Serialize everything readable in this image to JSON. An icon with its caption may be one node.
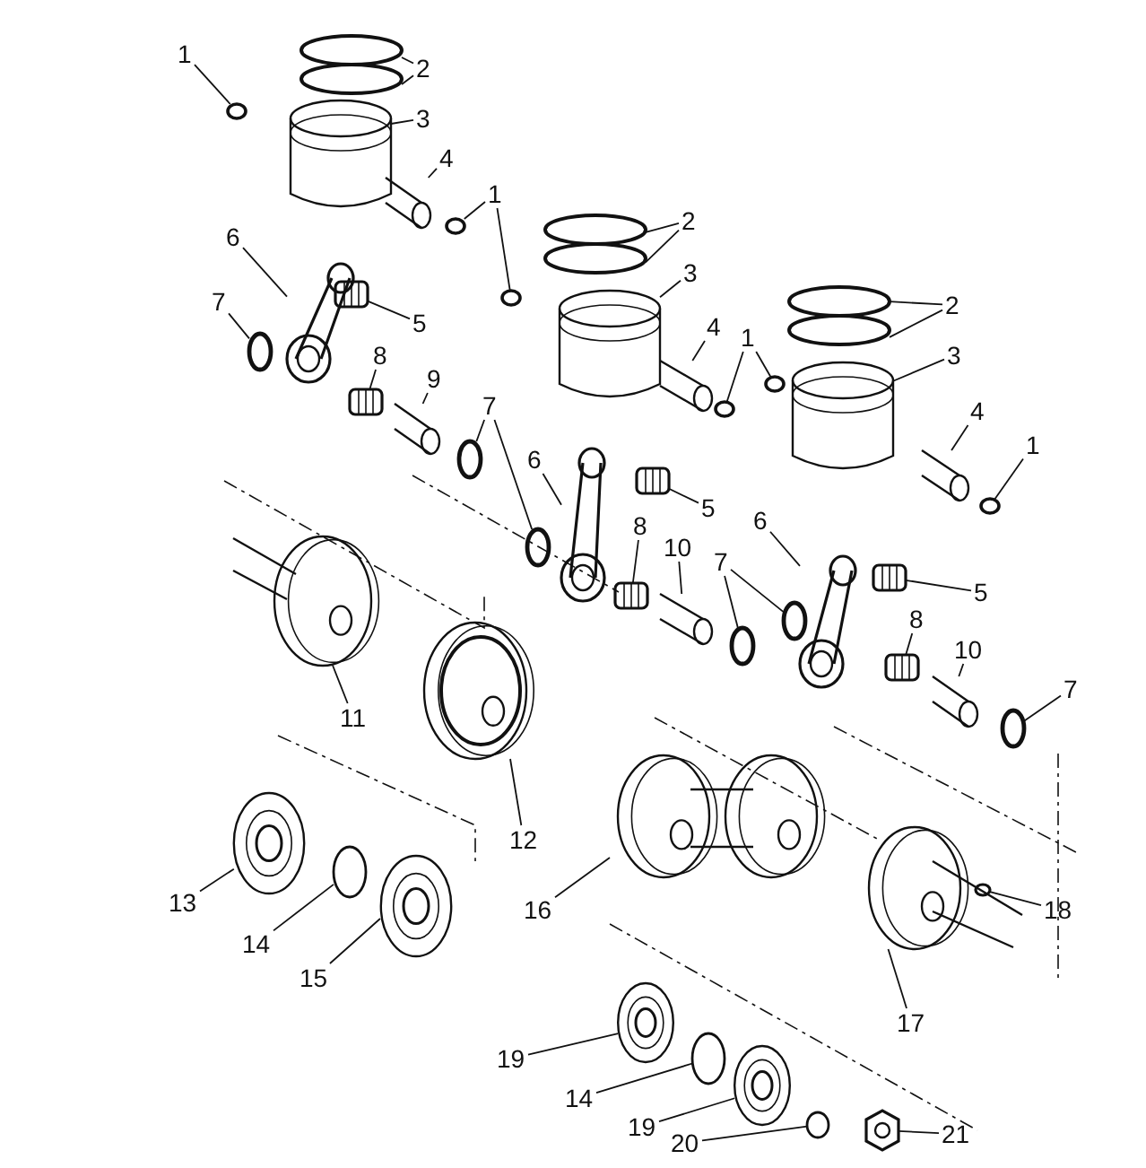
{
  "diagram": {
    "nodes": [
      {
        "text": [
          "1"
        ]
      },
      {
        "text": [
          "2"
        ]
      },
      {
        "text": [
          "3"
        ]
      },
      {
        "text": [
          "4"
        ]
      },
      {
        "text": [
          "1"
        ]
      },
      {
        "text": [
          "2"
        ]
      },
      {
        "text": [
          "6"
        ]
      },
      {
        "text": [
          "3"
        ]
      },
      {
        "text": [
          "7"
        ]
      },
      {
        "text": [
          "2"
        ]
      },
      {
        "text": [
          "5"
        ]
      },
      {
        "text": [
          "4"
        ]
      },
      {
        "text": [
          "1"
        ]
      },
      {
        "text": [
          "8"
        ]
      },
      {
        "text": [
          "3"
        ]
      },
      {
        "text": [
          "9"
        ]
      },
      {
        "text": [
          "7"
        ]
      },
      {
        "text": [
          "4"
        ]
      },
      {
        "text": [
          "1"
        ]
      },
      {
        "text": [
          "6"
        ]
      },
      {
        "text": [
          "5"
        ]
      },
      {
        "text": [
          "8"
        ]
      },
      {
        "text": [
          "6"
        ]
      },
      {
        "text": [
          "10"
        ]
      },
      {
        "text": [
          "7"
        ]
      },
      {
        "text": [
          "5"
        ]
      },
      {
        "text": [
          "8"
        ]
      },
      {
        "text": [
          "10"
        ]
      },
      {
        "text": [
          "7"
        ]
      },
      {
        "text": [
          "11"
        ]
      },
      {
        "text": [
          "12"
        ]
      },
      {
        "text": [
          "13"
        ]
      },
      {
        "text": [
          "18"
        ]
      },
      {
        "text": [
          "16"
        ]
      },
      {
        "text": [
          "14"
        ]
      },
      {
        "text": [
          "15"
        ]
      },
      {
        "text": [
          "17"
        ]
      },
      {
        "text": [
          "19"
        ]
      },
      {
        "text": [
          "14"
        ]
      },
      {
        "text": [
          "19"
        ]
      },
      {
        "text": [
          "21"
        ]
      },
      {
        "text": [
          "20"
        ]
      },
      {
        "text": [],
        "shape": "circle"
      },
      {
        "text": [],
        "shape": "circle"
      },
      {
        "text": [],
        "shape": "circle"
      },
      {
        "text": [],
        "shape": "picture"
      },
      {
        "text": [],
        "shape": "picture"
      },
      {
        "text": [],
        "shape": "circle"
      },
      {
        "text": [],
        "shape": "circle"
      },
      {
        "text": [],
        "shape": "circle"
      },
      {
        "text": [],
        "shape": "circle"
      },
      {
        "text": [],
        "shape": "picture"
      },
      {
        "text": [],
        "shape": "picture"
      },
      {
        "text": [],
        "shape": "circle"
      },
      {
        "text": [],
        "shape": "circle"
      },
      {
        "text": [],
        "shape": "circle"
      },
      {
        "text": [],
        "shape": "picture"
      },
      {
        "text": [],
        "shape": "picture"
      },
      {
        "text": [],
        "shape": "circle"
      },
      {
        "text": [],
        "shape": "circle"
      },
      {
        "text": [],
        "shape": "picture"
      },
      {
        "text": [],
        "shape": "picture"
      },
      {
        "text": [],
        "shape": "picture"
      },
      {
        "text": [],
        "shape": "circle"
      },
      {
        "text": [],
        "shape": "circle"
      },
      {
        "text": [],
        "shape": "picture"
      },
      {
        "text": [],
        "shape": "circle"
      },
      {
        "text": [],
        "shape": "picture"
      },
      {
        "text": [],
        "shape": "picture"
      },
      {
        "text": [],
        "shape": "picture"
      },
      {
        "text": [],
        "shape": "picture"
      },
      {
        "text": [],
        "shape": "picture"
      },
      {
        "text": [],
        "shape": "circle"
      },
      {
        "text": [],
        "shape": "circle"
      },
      {
        "text": [],
        "shape": "picture"
      },
      {
        "text": [],
        "shape": "picture"
      },
      {
        "text": [],
        "shape": "picture"
      },
      {
        "text": [],
        "shape": "circle"
      },
      {
        "text": [],
        "shape": "picture"
      },
      {
        "text": [],
        "shape": "picture"
      },
      {
        "text": [],
        "shape": "picture"
      },
      {
        "text": [],
        "shape": "circle"
      },
      {
        "text": [],
        "shape": "picture"
      },
      {
        "text": [],
        "shape": "circle"
      },
      {
        "text": [],
        "shape": "picture"
      },
      {
        "text": [],
        "shape": "picture"
      },
      {
        "text": [],
        "shape": "picture"
      },
      {
        "text": [],
        "shape": "circle"
      },
      {
        "text": [],
        "shape": "picture"
      },
      {
        "text": [],
        "shape": "picture"
      },
      {
        "text": [],
        "shape": "circle"
      }
    ],
    "edges": [
      {
        "from": 0,
        "to": 42,
        "arrow": "none"
      },
      {
        "from": 1,
        "to": 43,
        "arrow": "none"
      },
      {
        "from": 1,
        "to": 44,
        "arrow": "none"
      },
      {
        "from": 2,
        "to": 45,
        "arrow": "none"
      },
      {
        "from": 3,
        "to": 46,
        "arrow": "none"
      },
      {
        "from": 4,
        "to": 47,
        "arrow": "none"
      },
      {
        "from": 4,
        "to": 48,
        "arrow": "none"
      },
      {
        "from": 5,
        "to": 49,
        "arrow": "none"
      },
      {
        "from": 5,
        "to": 50,
        "arrow": "none"
      },
      {
        "from": 6,
        "to": 51,
        "arrow": "none"
      },
      {
        "from": 7,
        "to": 52,
        "arrow": "none"
      },
      {
        "from": 8,
        "to": 53,
        "arrow": "none"
      },
      {
        "from": 9,
        "to": 54,
        "arrow": "none"
      },
      {
        "from": 9,
        "to": 55,
        "arrow": "none"
      },
      {
        "from": 10,
        "to": 56,
        "arrow": "none"
      },
      {
        "from": 11,
        "to": 57,
        "arrow": "none"
      },
      {
        "from": 12,
        "to": 58,
        "arrow": "none"
      },
      {
        "from": 12,
        "to": 59,
        "arrow": "none"
      },
      {
        "from": 13,
        "to": 60,
        "arrow": "none"
      },
      {
        "from": 14,
        "to": 61,
        "arrow": "none"
      },
      {
        "from": 15,
        "to": 62,
        "arrow": "none"
      },
      {
        "from": 16,
        "to": 63,
        "arrow": "none"
      },
      {
        "from": 16,
        "to": 64,
        "arrow": "none"
      },
      {
        "from": 17,
        "to": 65,
        "arrow": "none"
      },
      {
        "from": 18,
        "to": 66,
        "arrow": "none"
      },
      {
        "from": 19,
        "to": 67,
        "arrow": "none"
      },
      {
        "from": 20,
        "to": 68,
        "arrow": "none"
      },
      {
        "from": 21,
        "to": 69,
        "arrow": "none"
      },
      {
        "from": 22,
        "to": 70,
        "arrow": "none"
      },
      {
        "from": 23,
        "to": 71,
        "arrow": "none"
      },
      {
        "from": 24,
        "to": 72,
        "arrow": "none"
      },
      {
        "from": 24,
        "to": 73,
        "arrow": "none"
      },
      {
        "from": 25,
        "to": 74,
        "arrow": "none"
      },
      {
        "from": 26,
        "to": 75,
        "arrow": "none"
      },
      {
        "from": 27,
        "to": 76,
        "arrow": "none"
      },
      {
        "from": 28,
        "to": 77,
        "arrow": "none"
      },
      {
        "from": 29,
        "to": 78,
        "arrow": "none"
      },
      {
        "from": 30,
        "to": 79,
        "arrow": "none"
      },
      {
        "from": 31,
        "to": 80,
        "arrow": "none"
      },
      {
        "from": 32,
        "to": 81,
        "arrow": "none"
      },
      {
        "from": 33,
        "to": 82,
        "arrow": "none"
      },
      {
        "from": 34,
        "to": 83,
        "arrow": "none"
      },
      {
        "from": 35,
        "to": 84,
        "arrow": "none"
      },
      {
        "from": 36,
        "to": 85,
        "arrow": "none"
      },
      {
        "from": 37,
        "to": 86,
        "arrow": "none"
      },
      {
        "from": 38,
        "to": 87,
        "arrow": "none"
      },
      {
        "from": 39,
        "to": 88,
        "arrow": "none"
      },
      {
        "from": 40,
        "to": 89,
        "arrow": "none"
      },
      {
        "from": 41,
        "to": 90,
        "arrow": "none"
      }
    ]
  }
}
